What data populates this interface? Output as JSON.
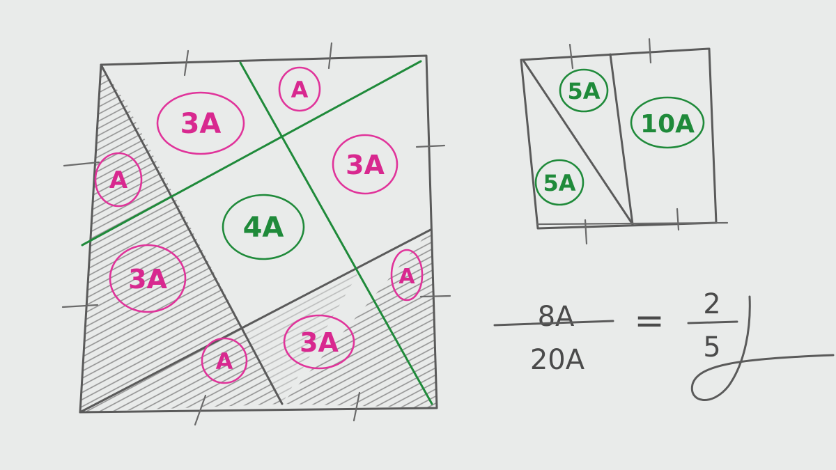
{
  "big_square": {
    "regions": [
      {
        "label": "A",
        "color": "magenta"
      },
      {
        "label": "3A",
        "color": "magenta"
      },
      {
        "label": "A",
        "color": "magenta"
      },
      {
        "label": "3A",
        "color": "magenta"
      },
      {
        "label": "4A",
        "color": "green"
      },
      {
        "label": "3A",
        "color": "magenta"
      },
      {
        "label": "A",
        "color": "magenta"
      },
      {
        "label": "3A",
        "color": "magenta"
      },
      {
        "label": "A",
        "color": "magenta"
      }
    ]
  },
  "small_rect": {
    "regions": [
      {
        "label": "5A",
        "color": "green"
      },
      {
        "label": "5A",
        "color": "green"
      },
      {
        "label": "10A",
        "color": "green"
      }
    ]
  },
  "equation": {
    "numerator": "8A",
    "denominator": "20A",
    "equals": "=",
    "result_numerator": "2",
    "result_denominator": "5"
  },
  "colors": {
    "paper": "#e9ebea",
    "pencil": "#5a5a5a",
    "magenta": "#e0339a",
    "green": "#1f8a3a",
    "shading": "#9a9a9a"
  }
}
